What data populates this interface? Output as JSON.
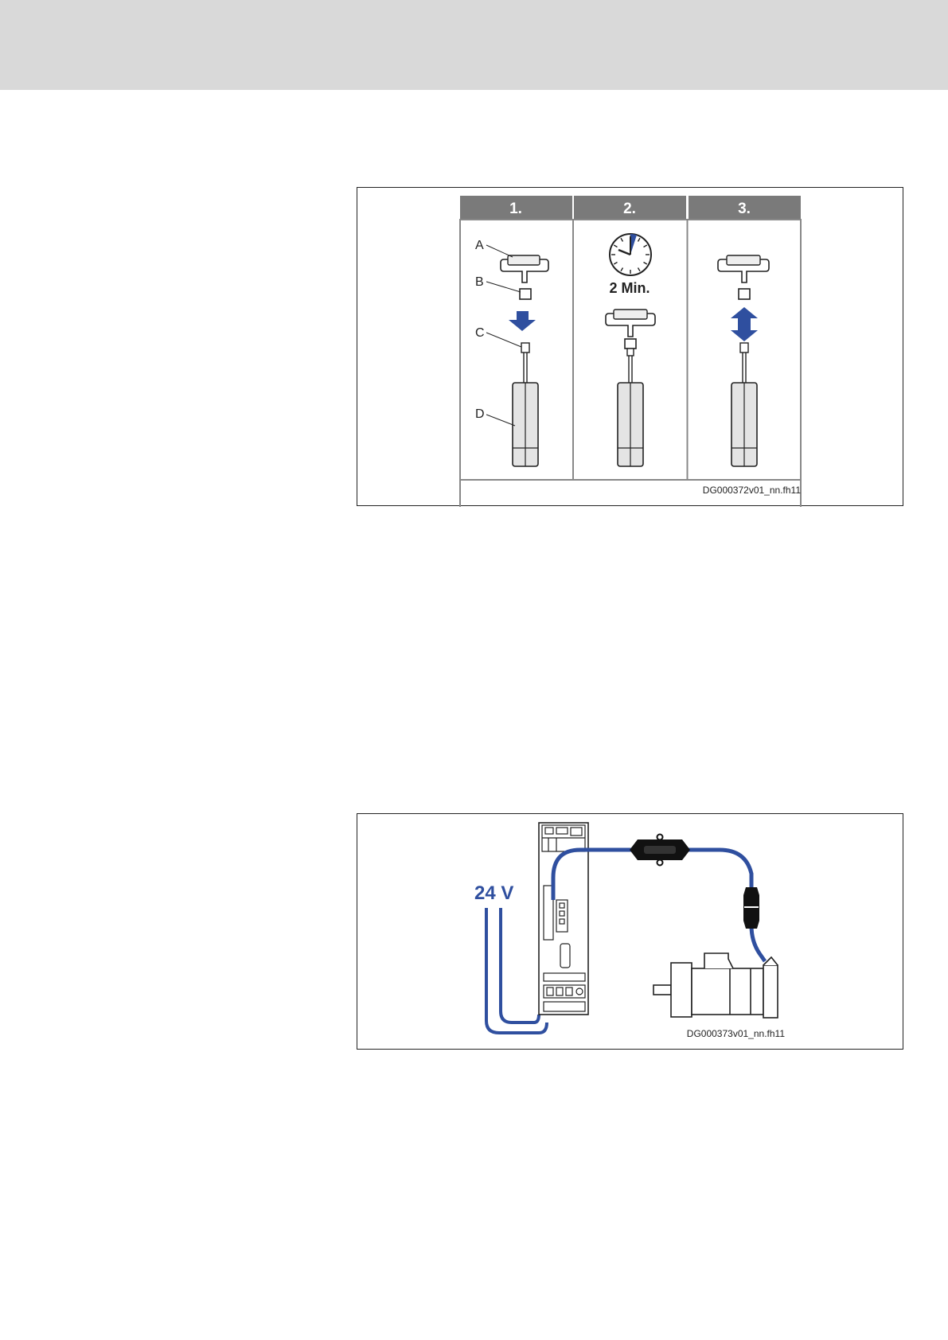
{
  "figure1": {
    "steps": [
      "1.",
      "2.",
      "3."
    ],
    "callouts": [
      "A",
      "B",
      "C",
      "D"
    ],
    "wait_time": "2 Min.",
    "file_ref": "DG000372v01_nn.fh11"
  },
  "figure2": {
    "voltage_label": "24 V",
    "file_ref": "DG000373v01_nn.fh11"
  },
  "colors": {
    "header_bar": "#d9d9d9",
    "step_header": "#7a7a7a",
    "accent_blue": "#2f4f9f"
  }
}
